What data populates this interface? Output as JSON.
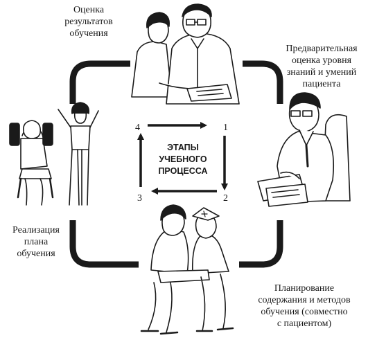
{
  "labels": {
    "evaluation": "Оценка\nрезультатов\nобучения",
    "assessment": "Предварительная\nоценка уровня\nзнаний и умений\nпациента",
    "planning": "Планирование\nсодержания и методов\nобучения (совместно\nс пациентом)",
    "implementation": "Реализация\nплана\nобучения"
  },
  "center_title": "ЭТАПЫ\nУЧЕБНОГО\nПРОЦЕССА",
  "step_numbers": {
    "n1": "1",
    "n2": "2",
    "n3": "3",
    "n4": "4"
  },
  "colors": {
    "ink": "#1a1a1a",
    "background": "#ffffff"
  },
  "illustrations": [
    "teacher-and-student-reviewing-papers-illustration",
    "doctor-writing-at-desk-illustration",
    "nurse-and-patient-reading-illustration",
    "patients-exercising-illustration"
  ]
}
